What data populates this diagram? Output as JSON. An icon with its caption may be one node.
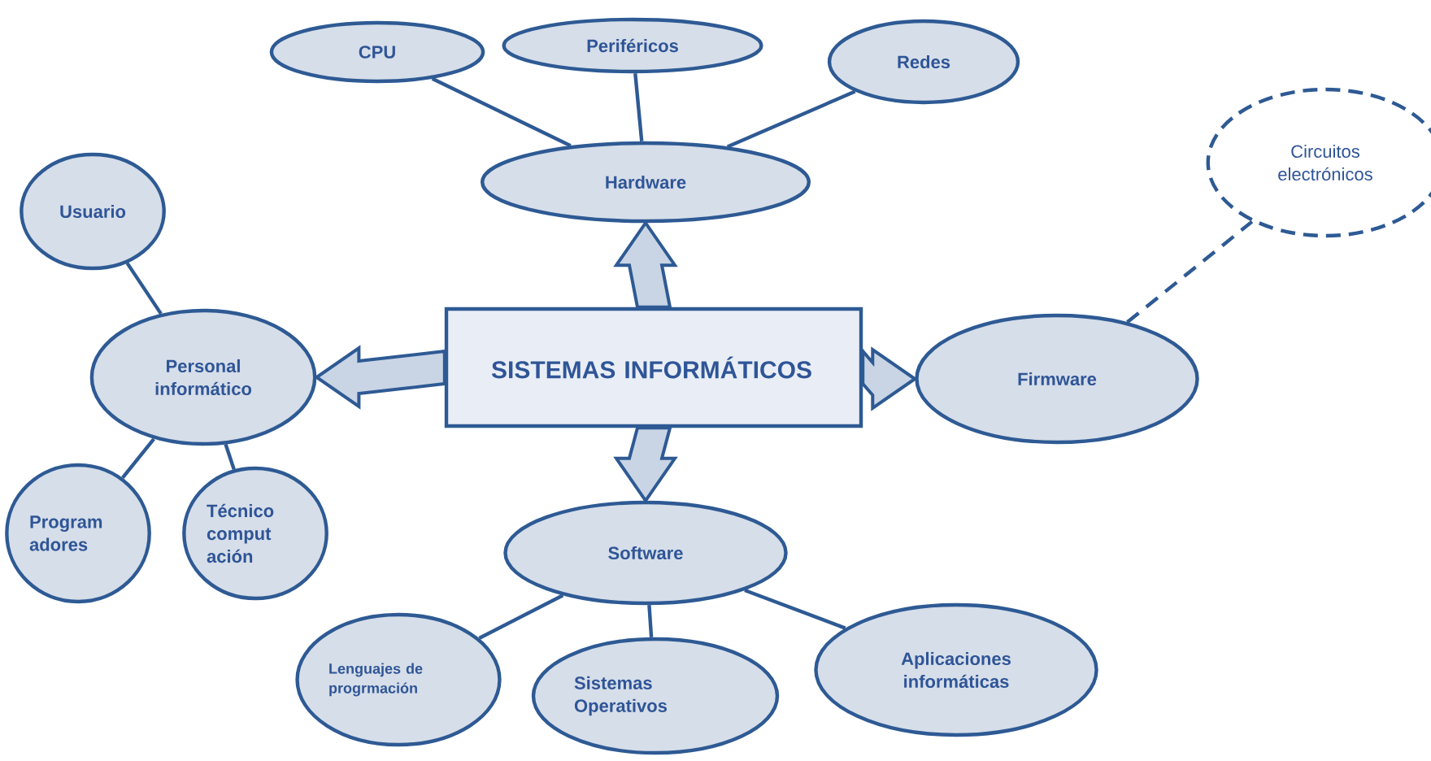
{
  "diagram": {
    "nodes": [
      {
        "text": [
          "SISTEMAS INFORMÁTICOS"
        ]
      },
      {
        "text": [
          "Hardware"
        ]
      },
      {
        "text": [
          "CPU"
        ]
      },
      {
        "text": [
          "Periféricos"
        ]
      },
      {
        "text": [
          "Redes"
        ]
      },
      {
        "text": [
          "Personal informático"
        ]
      },
      {
        "text": [
          "Usuario"
        ]
      },
      {
        "text": [
          "Program adores"
        ]
      },
      {
        "text": [
          "Técnico comput ación"
        ]
      },
      {
        "text": [
          "Firmware"
        ]
      },
      {
        "text": [
          "Circuitos electrónicos"
        ]
      },
      {
        "text": [
          "Software"
        ]
      },
      {
        "text": [
          "Lenguajes de progrmación"
        ]
      },
      {
        "text": [
          "Sistemas Operativos"
        ]
      },
      {
        "text": [
          "Aplicaciones informáticas"
        ]
      }
    ],
    "edges": [
      {
        "from": 0,
        "to": 1,
        "arrow": "to",
        "style": "thick"
      },
      {
        "from": 0,
        "to": 5,
        "arrow": "to",
        "style": "thick"
      },
      {
        "from": 0,
        "to": 9,
        "arrow": "to",
        "style": "thick"
      },
      {
        "from": 0,
        "to": 11,
        "arrow": "to",
        "style": "thick"
      },
      {
        "from": 1,
        "to": 2,
        "arrow": "none"
      },
      {
        "from": 1,
        "to": 3,
        "arrow": "none"
      },
      {
        "from": 1,
        "to": 4,
        "arrow": "none"
      },
      {
        "from": 5,
        "to": 6,
        "arrow": "none"
      },
      {
        "from": 5,
        "to": 7,
        "arrow": "none"
      },
      {
        "from": 5,
        "to": 8,
        "arrow": "none"
      },
      {
        "from": 9,
        "to": 10,
        "arrow": "none",
        "style": "dashed"
      },
      {
        "from": 11,
        "to": 12,
        "arrow": "none"
      },
      {
        "from": 11,
        "to": 13,
        "arrow": "none"
      },
      {
        "from": 11,
        "to": 14,
        "arrow": "none"
      }
    ]
  }
}
